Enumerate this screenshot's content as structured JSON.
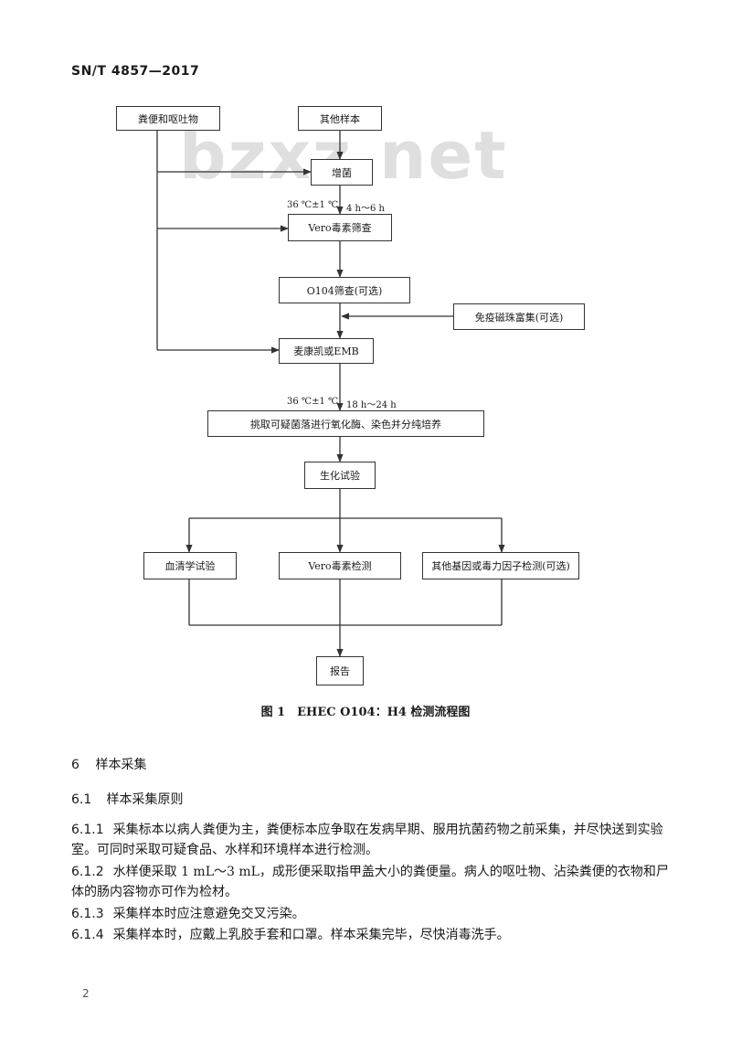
{
  "header": {
    "doc_id": "SN/T 4857—2017"
  },
  "watermark": "bzxz.net",
  "flowchart": {
    "nodes": {
      "feces": "粪便和呕吐物",
      "other": "其他样本",
      "enrich": "增菌",
      "vero_screen": "Vero毒素筛查",
      "o104": "O104筛查(可选)",
      "ims": "免疫磁珠富集(可选)",
      "macconkey": "麦康凯或EMB",
      "pick": "挑取可疑菌落进行氧化酶、染色并分纯培养",
      "biochem": "生化试验",
      "serology": "血清学试验",
      "vero_detect": "Vero毒素检测",
      "other_genes": "其他基因或毒力因子检测(可选)",
      "report": "报告"
    },
    "conditions": {
      "c1_temp": "36 ℃±1 ℃",
      "c1_time": "4 h～6 h",
      "c2_temp": "36 ℃±1 ℃",
      "c2_time": "18 h～24 h"
    },
    "caption": "图 1　EHEC O104：H4 检测流程图"
  },
  "sections": {
    "s6_num": "6",
    "s6_title": "样本采集",
    "s61_num": "6.1",
    "s61_title": "样本采集原则"
  },
  "paragraphs": {
    "p1_num": "6.1.1",
    "p1_text": "采集标本以病人粪便为主，粪便标本应争取在发病早期、服用抗菌药物之前采集，并尽快送到实验室。可同时采取可疑食品、水样和环境样本进行检测。",
    "p2_num": "6.1.2",
    "p2_text": "水样便采取 1 mL～3 mL，成形便采取指甲盖大小的粪便量。病人的呕吐物、沾染粪便的衣物和尸体的肠内容物亦可作为检材。",
    "p3_num": "6.1.3",
    "p3_text": "采集样本时应注意避免交叉污染。",
    "p4_num": "6.1.4",
    "p4_text": "采集样本时，应戴上乳胶手套和口罩。样本采集完毕，尽快消毒洗手。"
  },
  "page_number": "2"
}
